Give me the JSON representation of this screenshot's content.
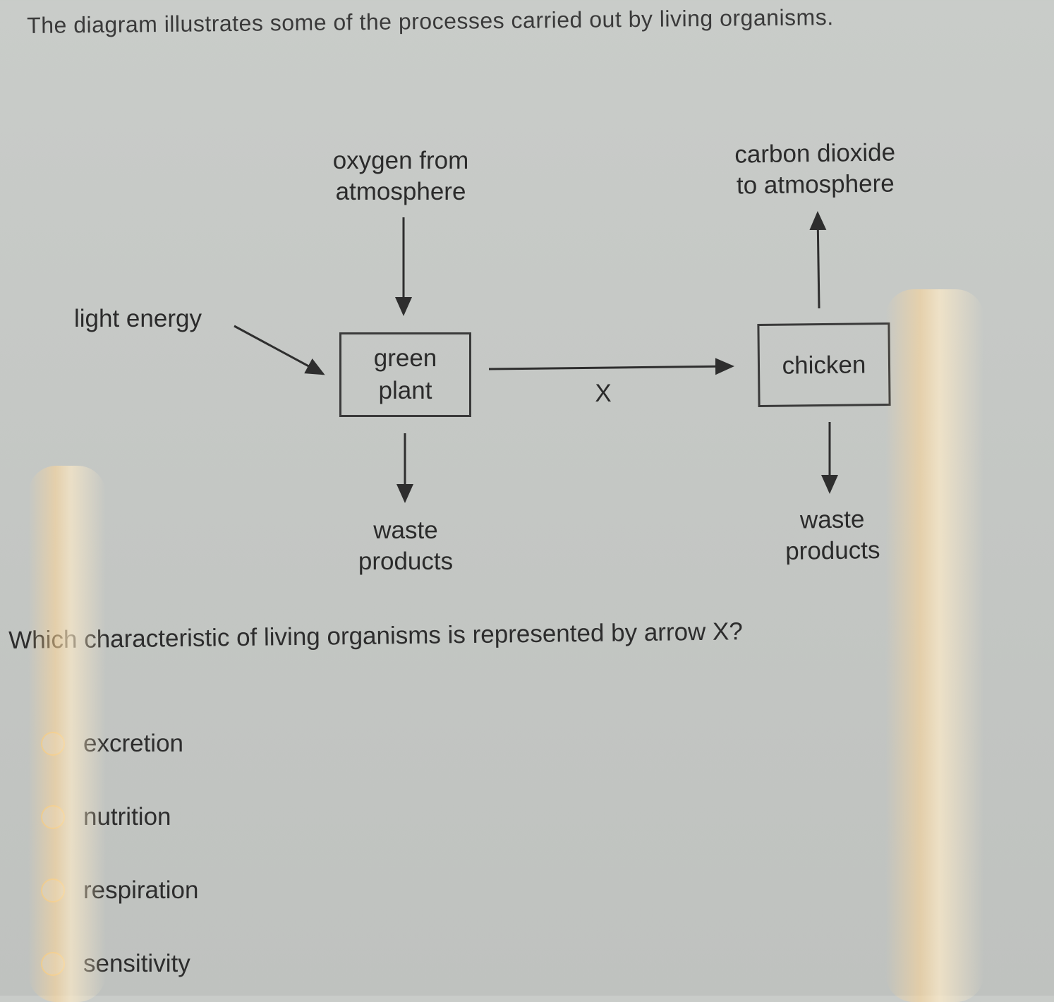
{
  "intro_text": "The diagram illustrates some of the processes carried out by living organisms.",
  "diagram": {
    "oxygen_label_line1": "oxygen from",
    "oxygen_label_line2": "atmosphere",
    "co2_label_line1": "carbon dioxide",
    "co2_label_line2": "to atmosphere",
    "light_label": "light energy",
    "plant_line1": "green",
    "plant_line2": "plant",
    "chicken_label": "chicken",
    "arrow_x_label": "X",
    "plant_waste_line1": "waste",
    "plant_waste_line2": "products",
    "chicken_waste_line1": "waste",
    "chicken_waste_line2": "products"
  },
  "question": "Which characteristic of living organisms is represented by arrow X?",
  "options": [
    {
      "label": "excretion"
    },
    {
      "label": "nutrition"
    },
    {
      "label": "respiration"
    },
    {
      "label": "sensitivity"
    }
  ]
}
